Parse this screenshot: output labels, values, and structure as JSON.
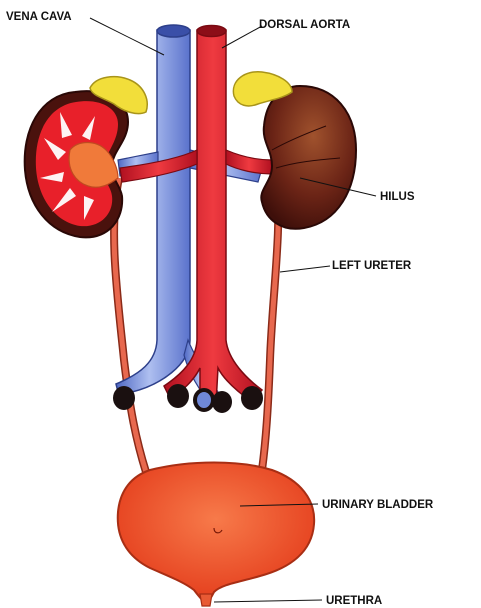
{
  "labels": {
    "vena_cava": "VENA CAVA",
    "dorsal_aorta": "DORSAL AORTA",
    "hilus": "HILUS",
    "left_ureter": "LEFT URETER",
    "urinary_bladder": "URINARY BLADDER",
    "urethra": "URETHRA"
  },
  "colors": {
    "vein": "#6f88d8",
    "artery": "#d8202c",
    "kidney": "#5a1a14",
    "kidney_cortex": "#e8202a",
    "adrenal": "#f2de3a",
    "ureter": "#e2604a",
    "bladder": "#ef4a26"
  }
}
